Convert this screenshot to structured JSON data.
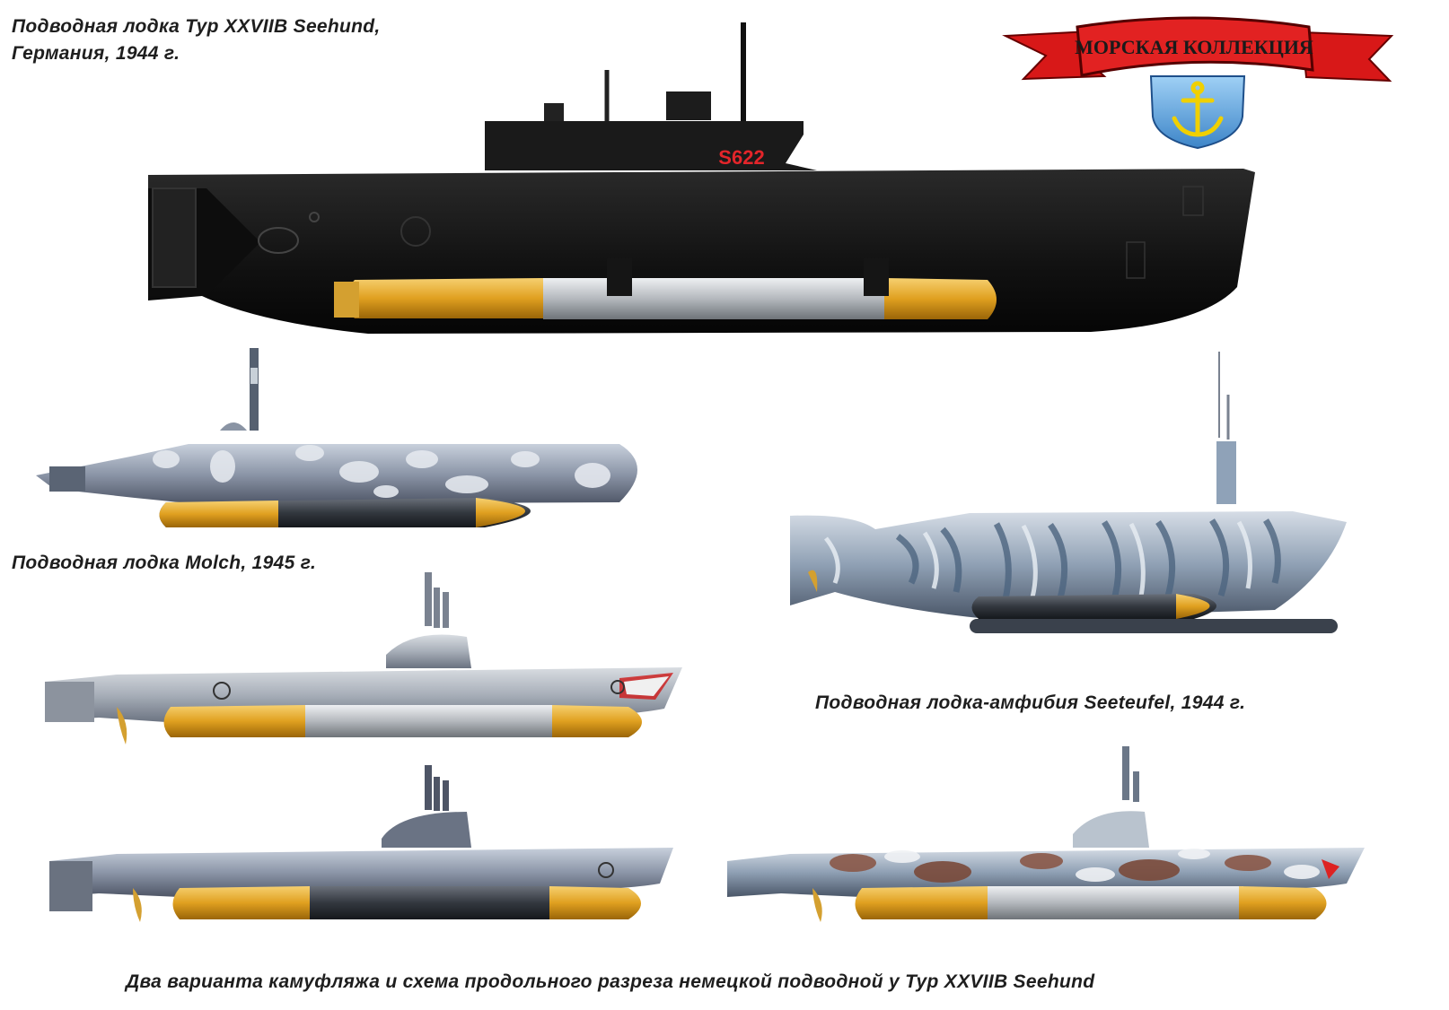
{
  "captions": {
    "seehund_title_line1": "Подводная лодка Typ XXVIIB Seehund,",
    "seehund_title_line2": "Германия, 1944 г.",
    "molch": "Подводная лодка Molch, 1945 г.",
    "seeteufel": "Подводная лодка-амфибия Seeteufel, 1944 г.",
    "bottom": "Два варианта камуфляжа и схема продольного разреза немецкой подводной у Typ XXVIIB Seehund"
  },
  "hull_marking": "S622",
  "emblem": {
    "banner_text": "МОРСКАЯ КОЛЛЕКЦИЯ"
  },
  "colors": {
    "seehund_black": "#141414",
    "torpedo_yellow": "#e0a020",
    "torpedo_grey": "#b4b8bd",
    "banner_red": "#e02020",
    "shield_blue": "#5fa5e0",
    "anchor_yellow": "#f0d000",
    "marking_red": "#e3252a"
  }
}
